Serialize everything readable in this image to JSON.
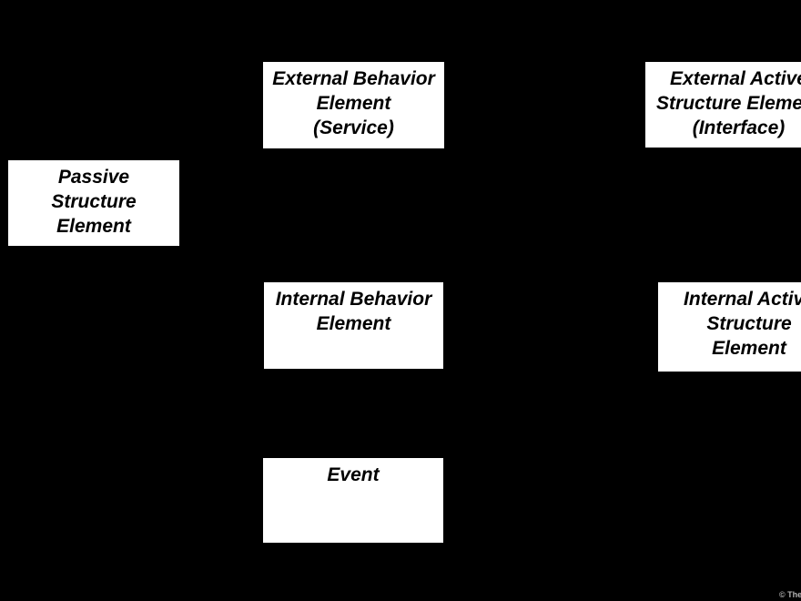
{
  "diagram": {
    "colors": {
      "background": "#000000",
      "box_fill": "#ffffff",
      "box_text": "#000000",
      "watermark": "#b3b3b3"
    },
    "nodes": [
      {
        "id": "external-behavior-element",
        "label": "External Behavior\nElement\n(Service)"
      },
      {
        "id": "external-active-structure-element",
        "label": "External Active\nStructure Element\n(Interface)"
      },
      {
        "id": "passive-structure-element",
        "label": "Passive\nStructure\nElement"
      },
      {
        "id": "internal-behavior-element",
        "label": "Internal Behavior\nElement"
      },
      {
        "id": "internal-active-structure-element",
        "label": "Internal Active\nStructure\nElement"
      },
      {
        "id": "event",
        "label": "Event"
      }
    ],
    "watermark": {
      "text": "© The"
    }
  }
}
